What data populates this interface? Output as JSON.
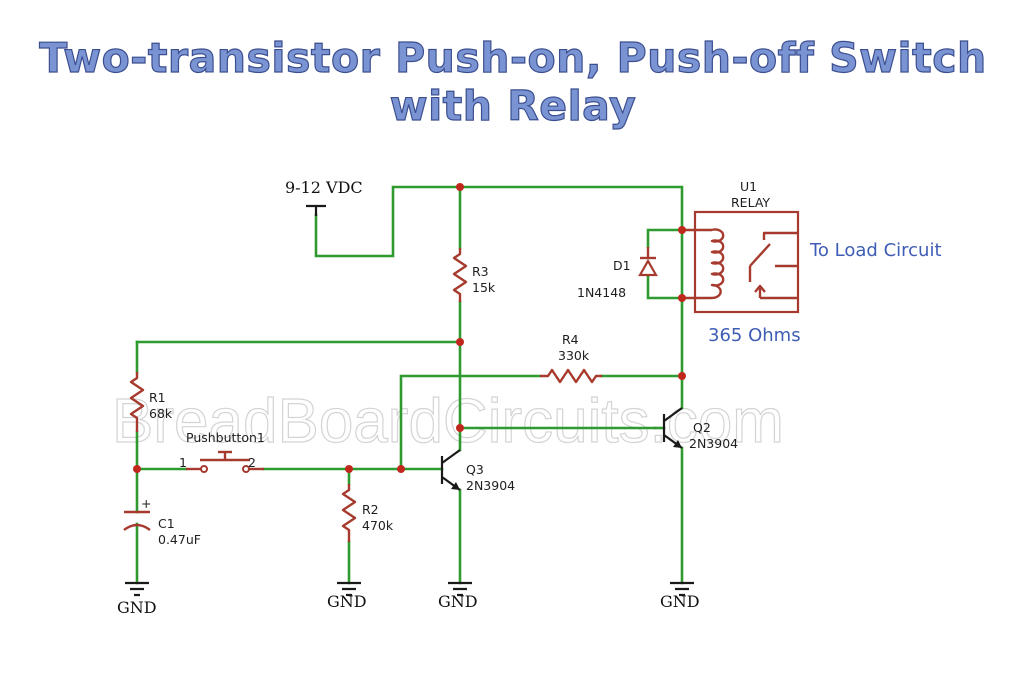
{
  "title": "Two-transistor Push-on, Push-off Switch with Relay",
  "watermark": "BreadBoardCircuits.com",
  "supply": {
    "label": "9-12 VDC"
  },
  "ground_label": "GND",
  "components": {
    "r1": {
      "ref": "R1",
      "value": "68k"
    },
    "r2": {
      "ref": "R2",
      "value": "470k"
    },
    "r3": {
      "ref": "R3",
      "value": "15k"
    },
    "r4": {
      "ref": "R4",
      "value": "330k"
    },
    "c1": {
      "ref": "C1",
      "value": "0.47uF",
      "polarity": "+"
    },
    "d1": {
      "ref": "D1",
      "value": "1N4148"
    },
    "pushbutton": {
      "ref": "Pushbutton1",
      "pin1": "1",
      "pin2": "2"
    },
    "q2": {
      "ref": "Q2",
      "value": "2N3904"
    },
    "q3": {
      "ref": "Q3",
      "value": "2N3904"
    },
    "relay": {
      "ref": "U1",
      "value": "RELAY",
      "coil_resistance": "365 Ohms",
      "load_label": "To Load Circuit"
    }
  },
  "colors": {
    "wire": "#2f9a2f",
    "component": "#a63a2e",
    "junction": "#c0281e",
    "title": "#7a93d3",
    "annotation": "#3f5db5"
  }
}
